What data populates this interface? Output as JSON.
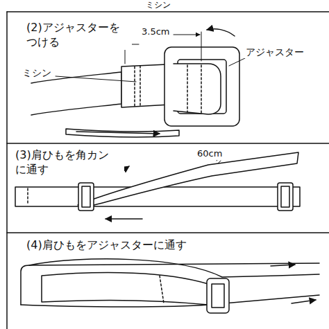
{
  "diagram": {
    "labels": [
      "ミシン",
      "(2)アジャスターを つける",
      "3.5cm",
      "アジャスター",
      "ミシン",
      "(3)肩ひもを角カン に通す",
      "60cm",
      "(4)肩ひもをアジャスターに通す"
    ]
  }
}
